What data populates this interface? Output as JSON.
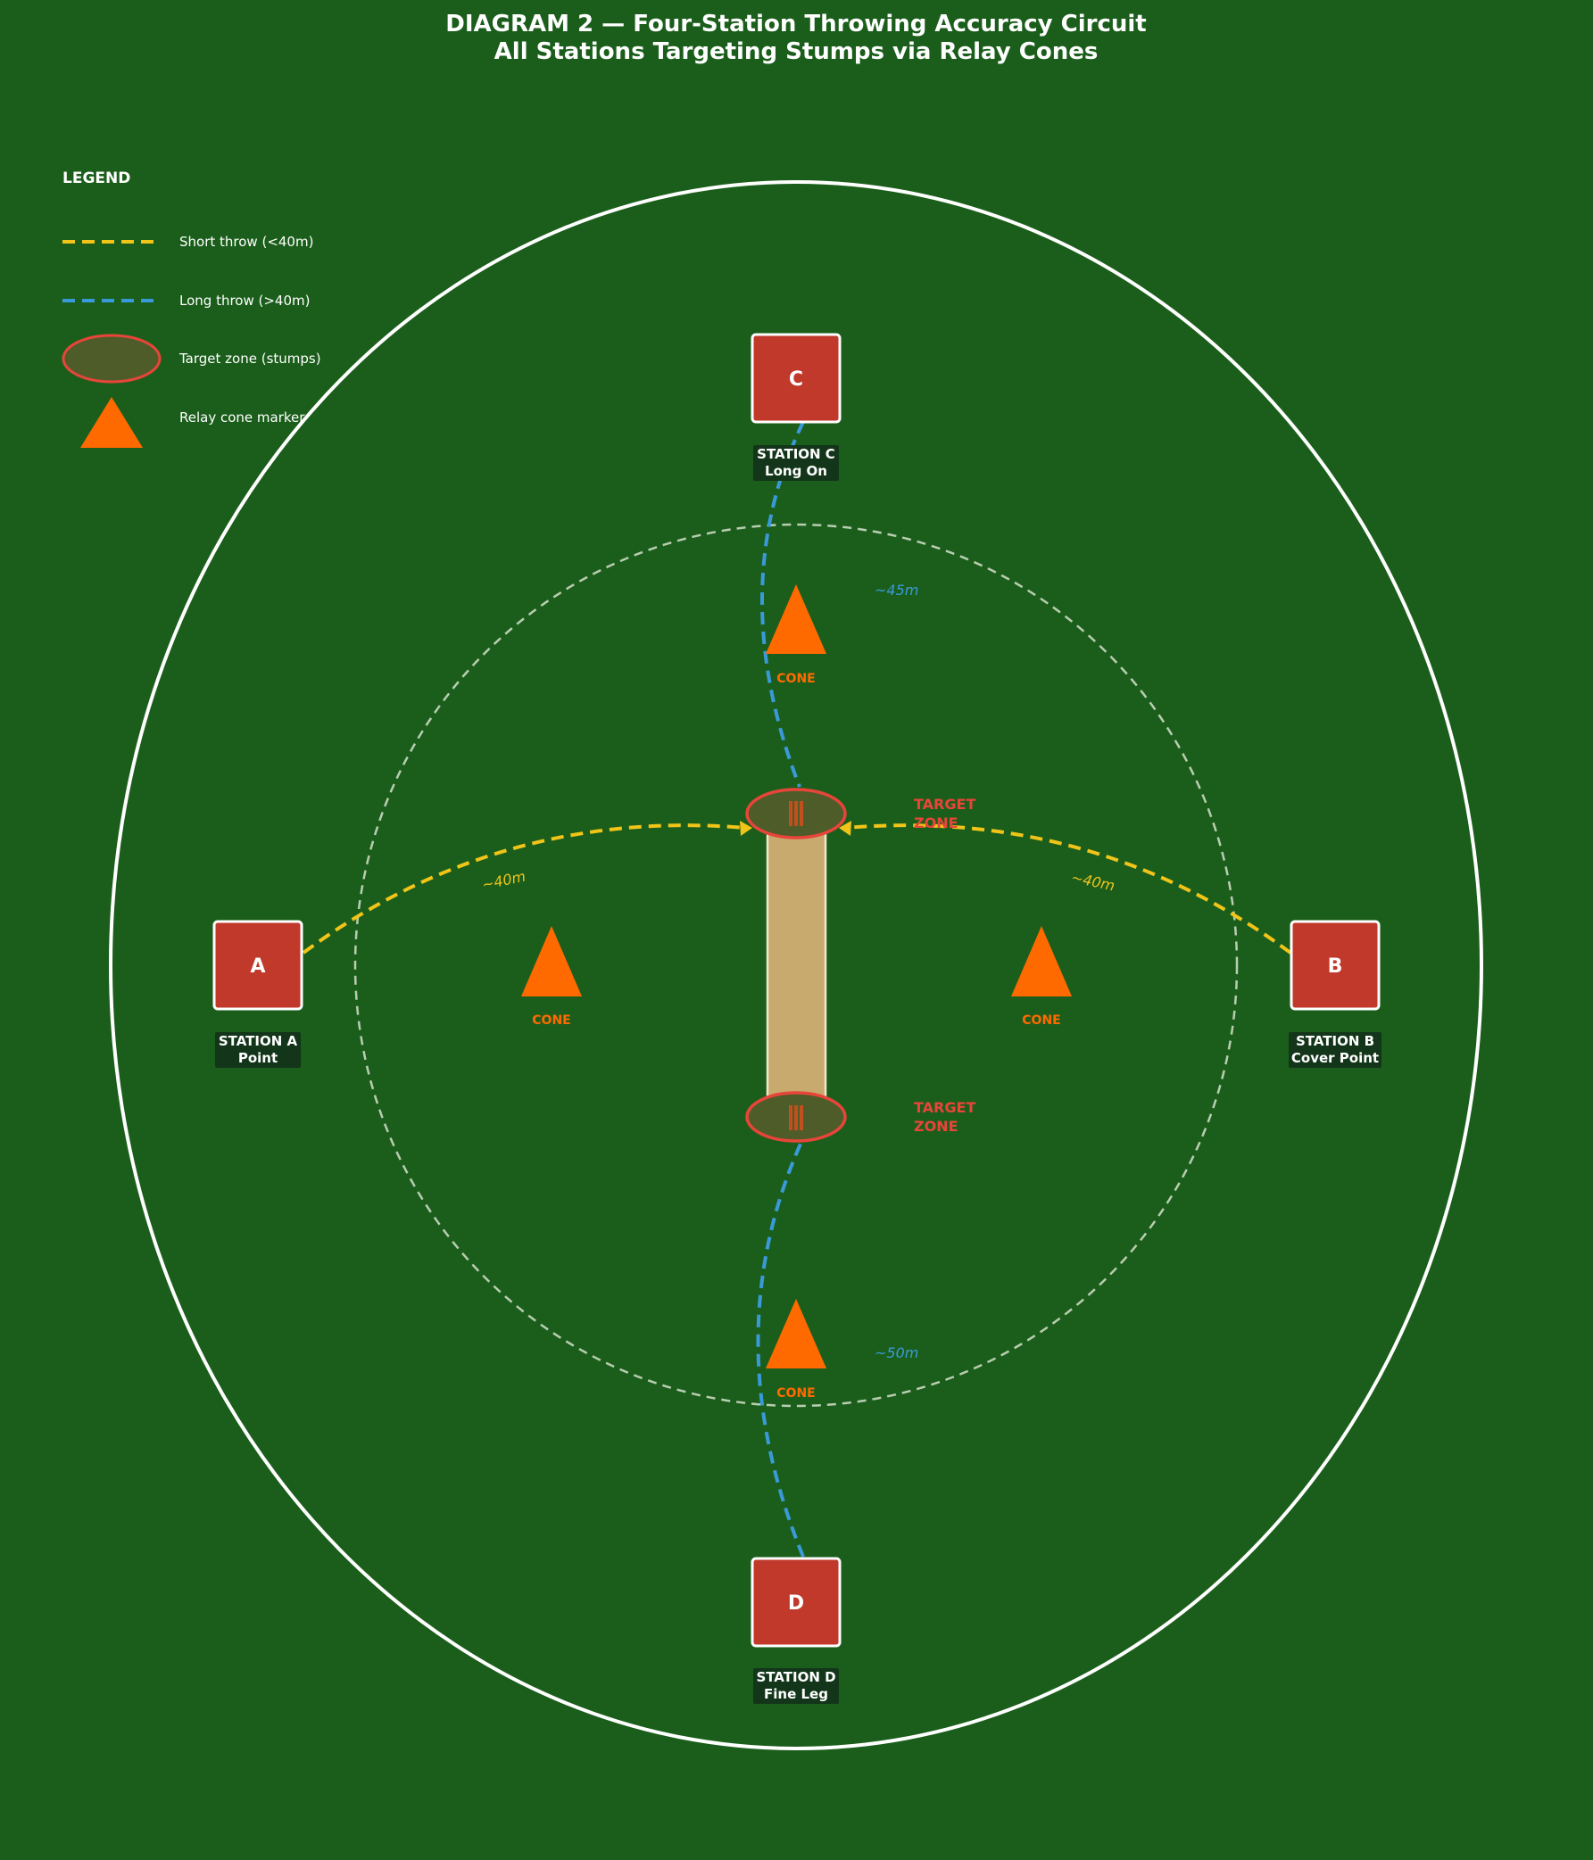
{
  "title": {
    "line1": "DIAGRAM 2 — Four-Station Throwing Accuracy Circuit",
    "line2": "All Stations Targeting Stumps via Relay Cones"
  },
  "legend": {
    "heading": "LEGEND",
    "short_throw": "Short throw (<40m)",
    "long_throw": "Long throw (>40m)",
    "target_zone": "Target zone (stumps)",
    "relay_cone": "Relay cone marker"
  },
  "colors": {
    "field": "#1b5e1b",
    "boundary": "#ffffff",
    "short_throw": "#f0c419",
    "long_throw": "#3a9ad9",
    "station": "#c0392b",
    "cone": "#ff6a00",
    "target": "#e8453a",
    "pitch": "#c8a96e"
  },
  "stations": {
    "a": {
      "letter": "A",
      "name": "STATION A",
      "position": "Point"
    },
    "b": {
      "letter": "B",
      "name": "STATION B",
      "position": "Cover Point"
    },
    "c": {
      "letter": "C",
      "name": "STATION C",
      "position": "Long On"
    },
    "d": {
      "letter": "D",
      "name": "STATION D",
      "position": "Fine Leg"
    }
  },
  "cones": {
    "top": "CONE",
    "left": "CONE",
    "right": "CONE",
    "bottom": "CONE"
  },
  "target_zones": {
    "top": {
      "line1": "TARGET",
      "line2": "ZONE"
    },
    "bottom": {
      "line1": "TARGET",
      "line2": "ZONE"
    }
  },
  "distances": {
    "a": "~40m",
    "b": "~40m",
    "c": "~45m",
    "d": "~50m"
  }
}
